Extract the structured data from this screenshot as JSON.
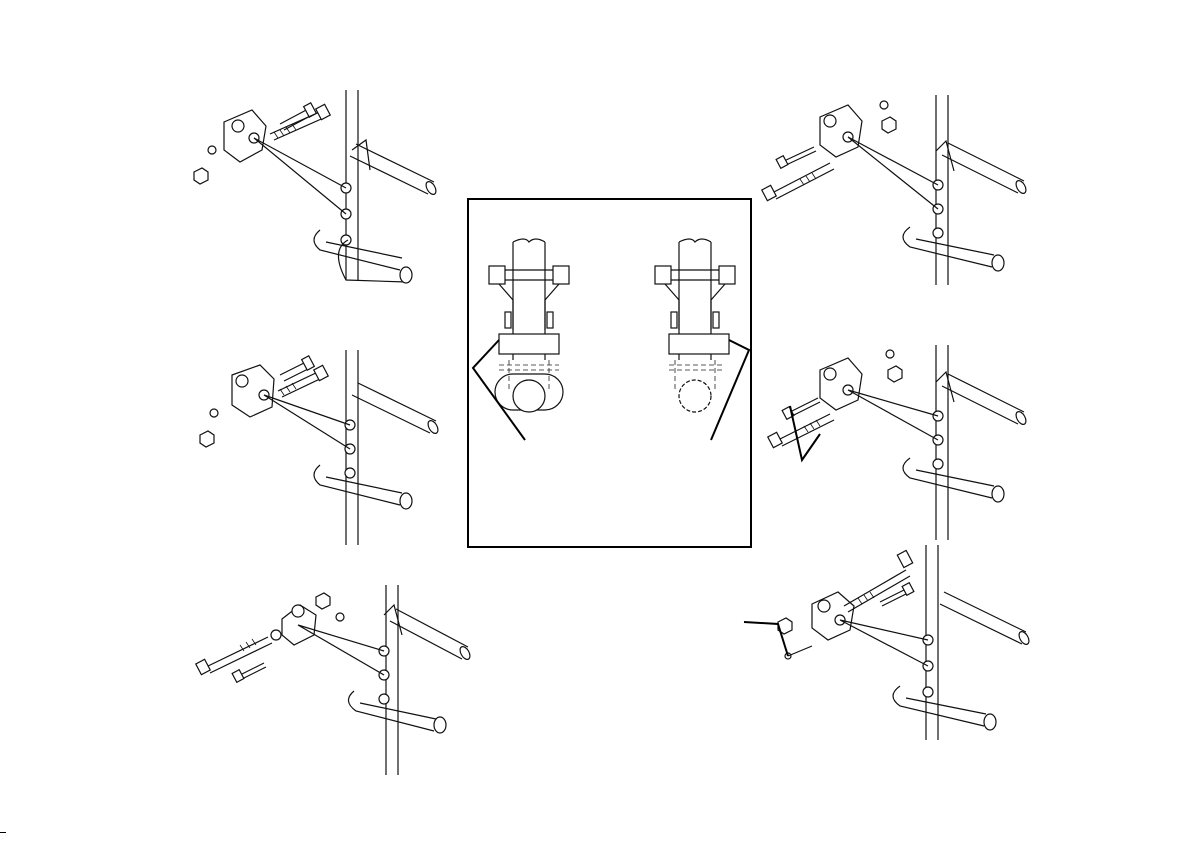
{
  "figures": [
    {
      "id": "assembly-top-left"
    },
    {
      "id": "assembly-middle-left"
    },
    {
      "id": "assembly-bottom-left"
    },
    {
      "id": "assembly-top-right"
    },
    {
      "id": "assembly-middle-right"
    },
    {
      "id": "assembly-bottom-right"
    }
  ],
  "detail": {
    "views": [
      "left-view",
      "right-view"
    ]
  }
}
